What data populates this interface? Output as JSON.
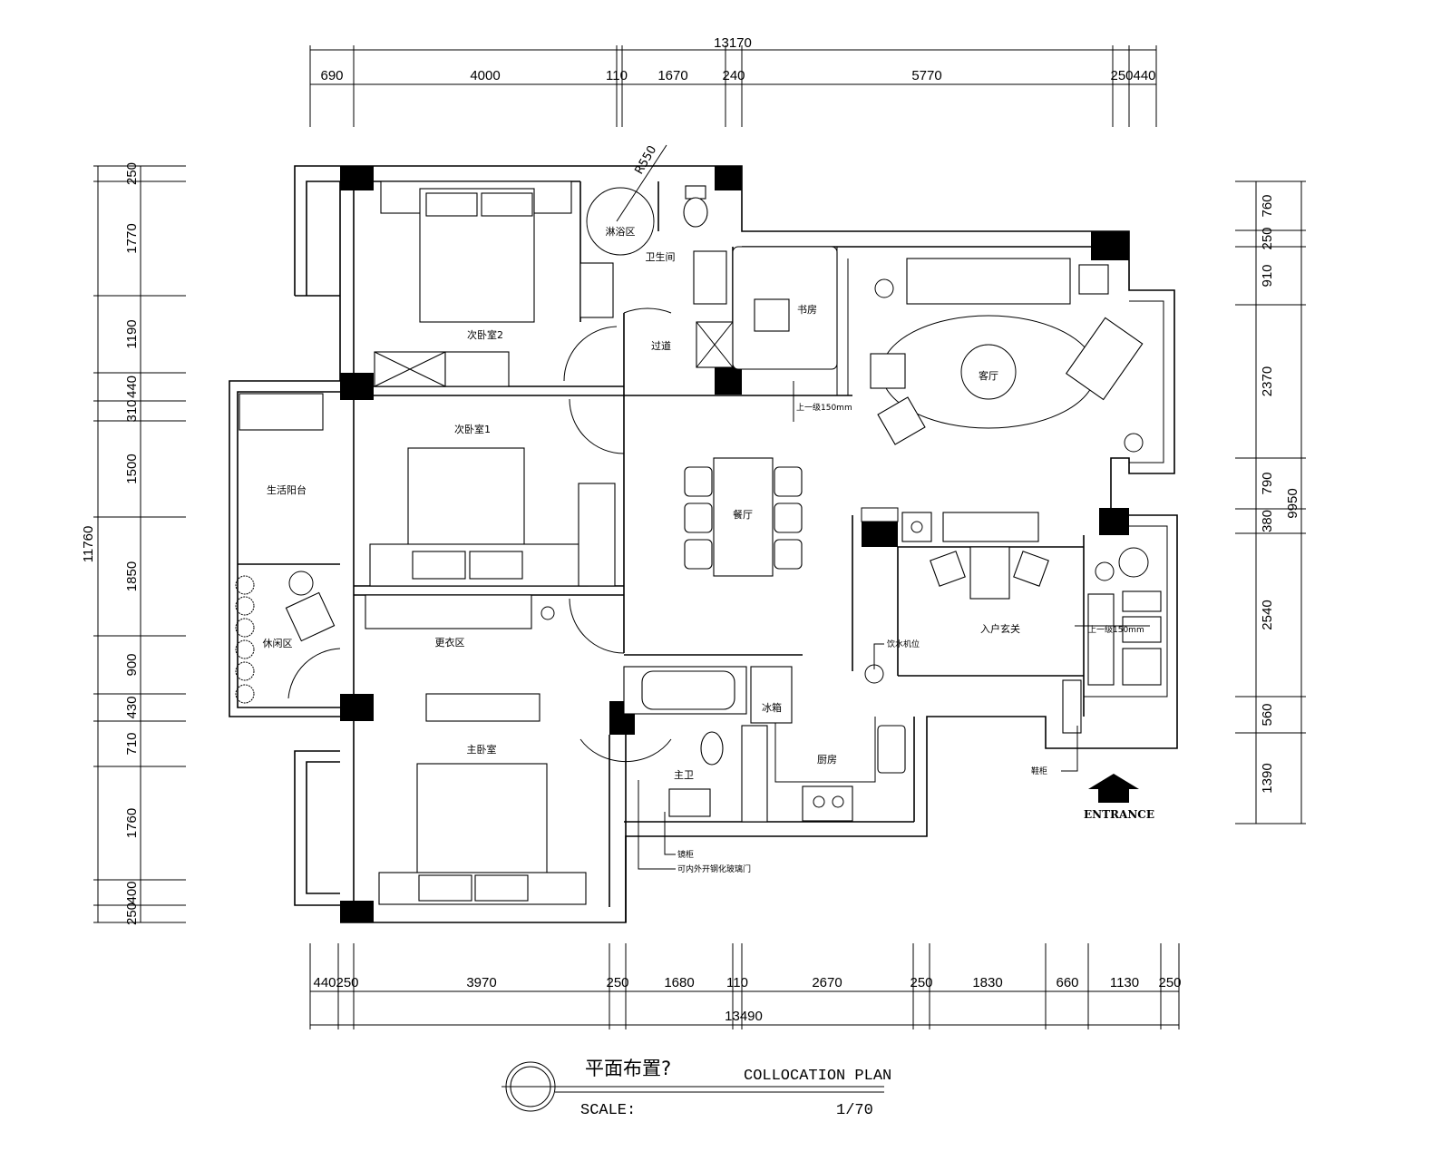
{
  "title": {
    "cn": "平面布置?",
    "en": "COLLOCATION  PLAN",
    "scale_label": "SCALE:",
    "scale_value": "1/70"
  },
  "dimensions": {
    "top_total": "13170",
    "top": [
      "690",
      "4000",
      "110",
      "1670",
      "240",
      "5770",
      "250",
      "440"
    ],
    "bottom_total": "13490",
    "bottom": [
      "440",
      "250",
      "3970",
      "250",
      "1680",
      "110",
      "2670",
      "250",
      "1830",
      "660",
      "1130",
      "250"
    ],
    "left_total": "11760",
    "left": [
      "250",
      "1770",
      "1190",
      "440",
      "310",
      "1500",
      "1850",
      "900",
      "430",
      "710",
      "1760",
      "400",
      "250"
    ],
    "right_total": "9950",
    "right": [
      "760",
      "250",
      "910",
      "2370",
      "790",
      "380",
      "2540",
      "560",
      "1390"
    ],
    "radius": "R550"
  },
  "rooms": {
    "bedroom2": "次卧室2",
    "shower": "淋浴区",
    "bathroom": "卫生间",
    "study": "书房",
    "corridor": "过道",
    "living": "客厅",
    "bedroom1": "次卧室1",
    "dining": "餐厅",
    "laundry_balcony": "生活阳台",
    "leisure": "休闲区",
    "cloakroom": "更衣区",
    "master_bedroom": "主卧室",
    "master_bath": "主卫",
    "fridge": "冰箱",
    "kitchen": "厨房",
    "foyer": "入户玄关"
  },
  "notes": {
    "step_up_1": "上一级150mm",
    "step_up_2": "上一级150mm",
    "water_dispenser": "饮水机位",
    "shoe_cabinet": "鞋柜",
    "mirror_cabinet": "镜柜",
    "glass_door": "可内外开钢化玻璃门",
    "entrance": "ENTRANCE"
  }
}
